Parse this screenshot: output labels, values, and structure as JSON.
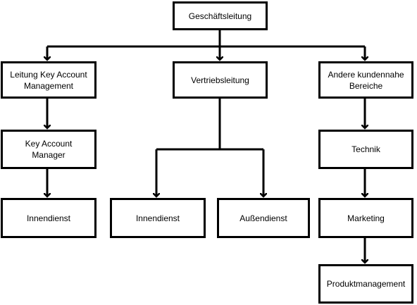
{
  "diagram": {
    "nodes": {
      "geschaeftsleitung": "Geschäftsleitung",
      "leitung_key_account": "Leitung Key Account Management",
      "vertriebsleitung": "Vertriebsleitung",
      "andere_bereiche": "Andere kundennahe Bereiche",
      "key_account_manager": "Key Account Manager",
      "technik": "Technik",
      "innendienst_kam": "Innendienst",
      "innendienst_vertrieb": "Innendienst",
      "aussendienst": "Außendienst",
      "marketing": "Marketing",
      "produktmanagement": "Produktmanagement"
    },
    "edges": [
      {
        "from": "Geschäftsleitung",
        "to": "Leitung Key Account Management"
      },
      {
        "from": "Geschäftsleitung",
        "to": "Vertriebsleitung"
      },
      {
        "from": "Geschäftsleitung",
        "to": "Andere kundennahe Bereiche"
      },
      {
        "from": "Leitung Key Account Management",
        "to": "Key Account Manager"
      },
      {
        "from": "Key Account Manager",
        "to": "Innendienst"
      },
      {
        "from": "Vertriebsleitung",
        "to": "Innendienst"
      },
      {
        "from": "Vertriebsleitung",
        "to": "Außendienst"
      },
      {
        "from": "Andere kundennahe Bereiche",
        "to": "Technik"
      },
      {
        "from": "Technik",
        "to": "Marketing"
      },
      {
        "from": "Marketing",
        "to": "Produktmanagement"
      }
    ],
    "colors": {
      "line": "#000000",
      "box_border": "#000000",
      "box_fill": "#ffffff"
    }
  }
}
